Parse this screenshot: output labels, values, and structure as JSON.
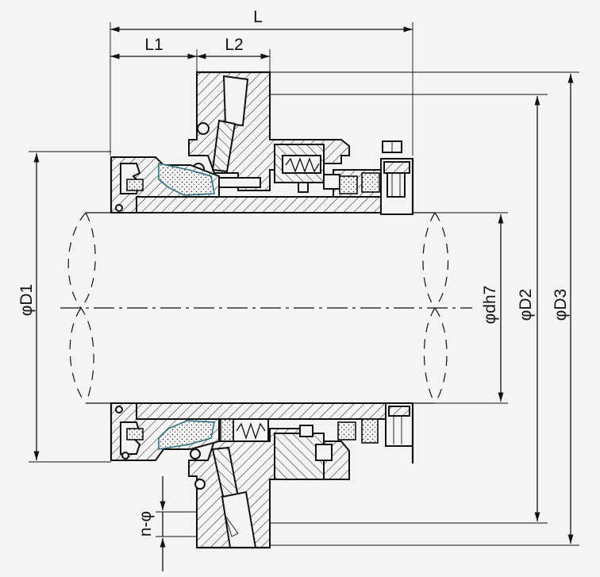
{
  "drawing": {
    "labels": {
      "L": "L",
      "L1": "L1",
      "L2": "L2",
      "D1": "φD1",
      "dh7": "φdh7",
      "D2": "φD2",
      "D3": "φD3",
      "n_phi": "n-φ"
    }
  }
}
